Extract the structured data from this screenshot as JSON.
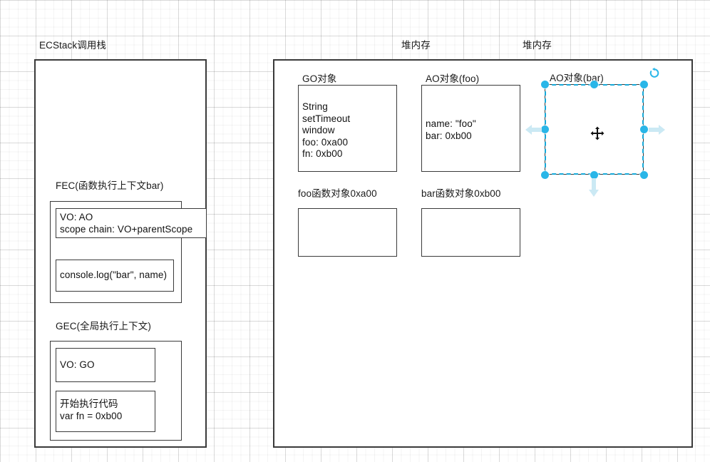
{
  "canvas": {
    "title": "JavaScript 执行上下文与堆内存示意图",
    "grid": "on",
    "accent_color": "#29b6e8",
    "arrow_color": "#cbe9f4",
    "line_color": "#3a3a3a"
  },
  "left_panel": {
    "label": "ECStack调用栈",
    "fec": {
      "label": "FEC(函数执行上下文bar)",
      "vo_box": "VO: AO\nscope chain: VO+parentScope",
      "code_box": "console.log(\"bar\", name)"
    },
    "gec": {
      "label": "GEC(全局执行上下文)",
      "vo_box": "VO: GO",
      "code_box": "开始执行代码\nvar fn = 0xb00"
    }
  },
  "heap_labels": {
    "first": "堆内存",
    "second": "堆内存"
  },
  "right_panel": {
    "go_object": {
      "label": "GO对象",
      "body": "String\nsetTimeout\nwindow\nfoo: 0xa00\nfn: 0xb00"
    },
    "ao_foo": {
      "label": "AO对象(foo)",
      "body": "name: \"foo\"\nbar: 0xb00"
    },
    "ao_bar": {
      "label": "AO对象(bar)",
      "body": "",
      "selected": true
    },
    "foo_fn_object": {
      "label": "foo函数对象0xa00",
      "body": ""
    },
    "bar_fn_object": {
      "label": "bar函数对象0xb00",
      "body": ""
    }
  },
  "selection_controls": {
    "rotate_label": "rotate",
    "move_label": "move",
    "arrow_left": "◀",
    "arrow_right": "▶",
    "arrow_down": "▼"
  }
}
